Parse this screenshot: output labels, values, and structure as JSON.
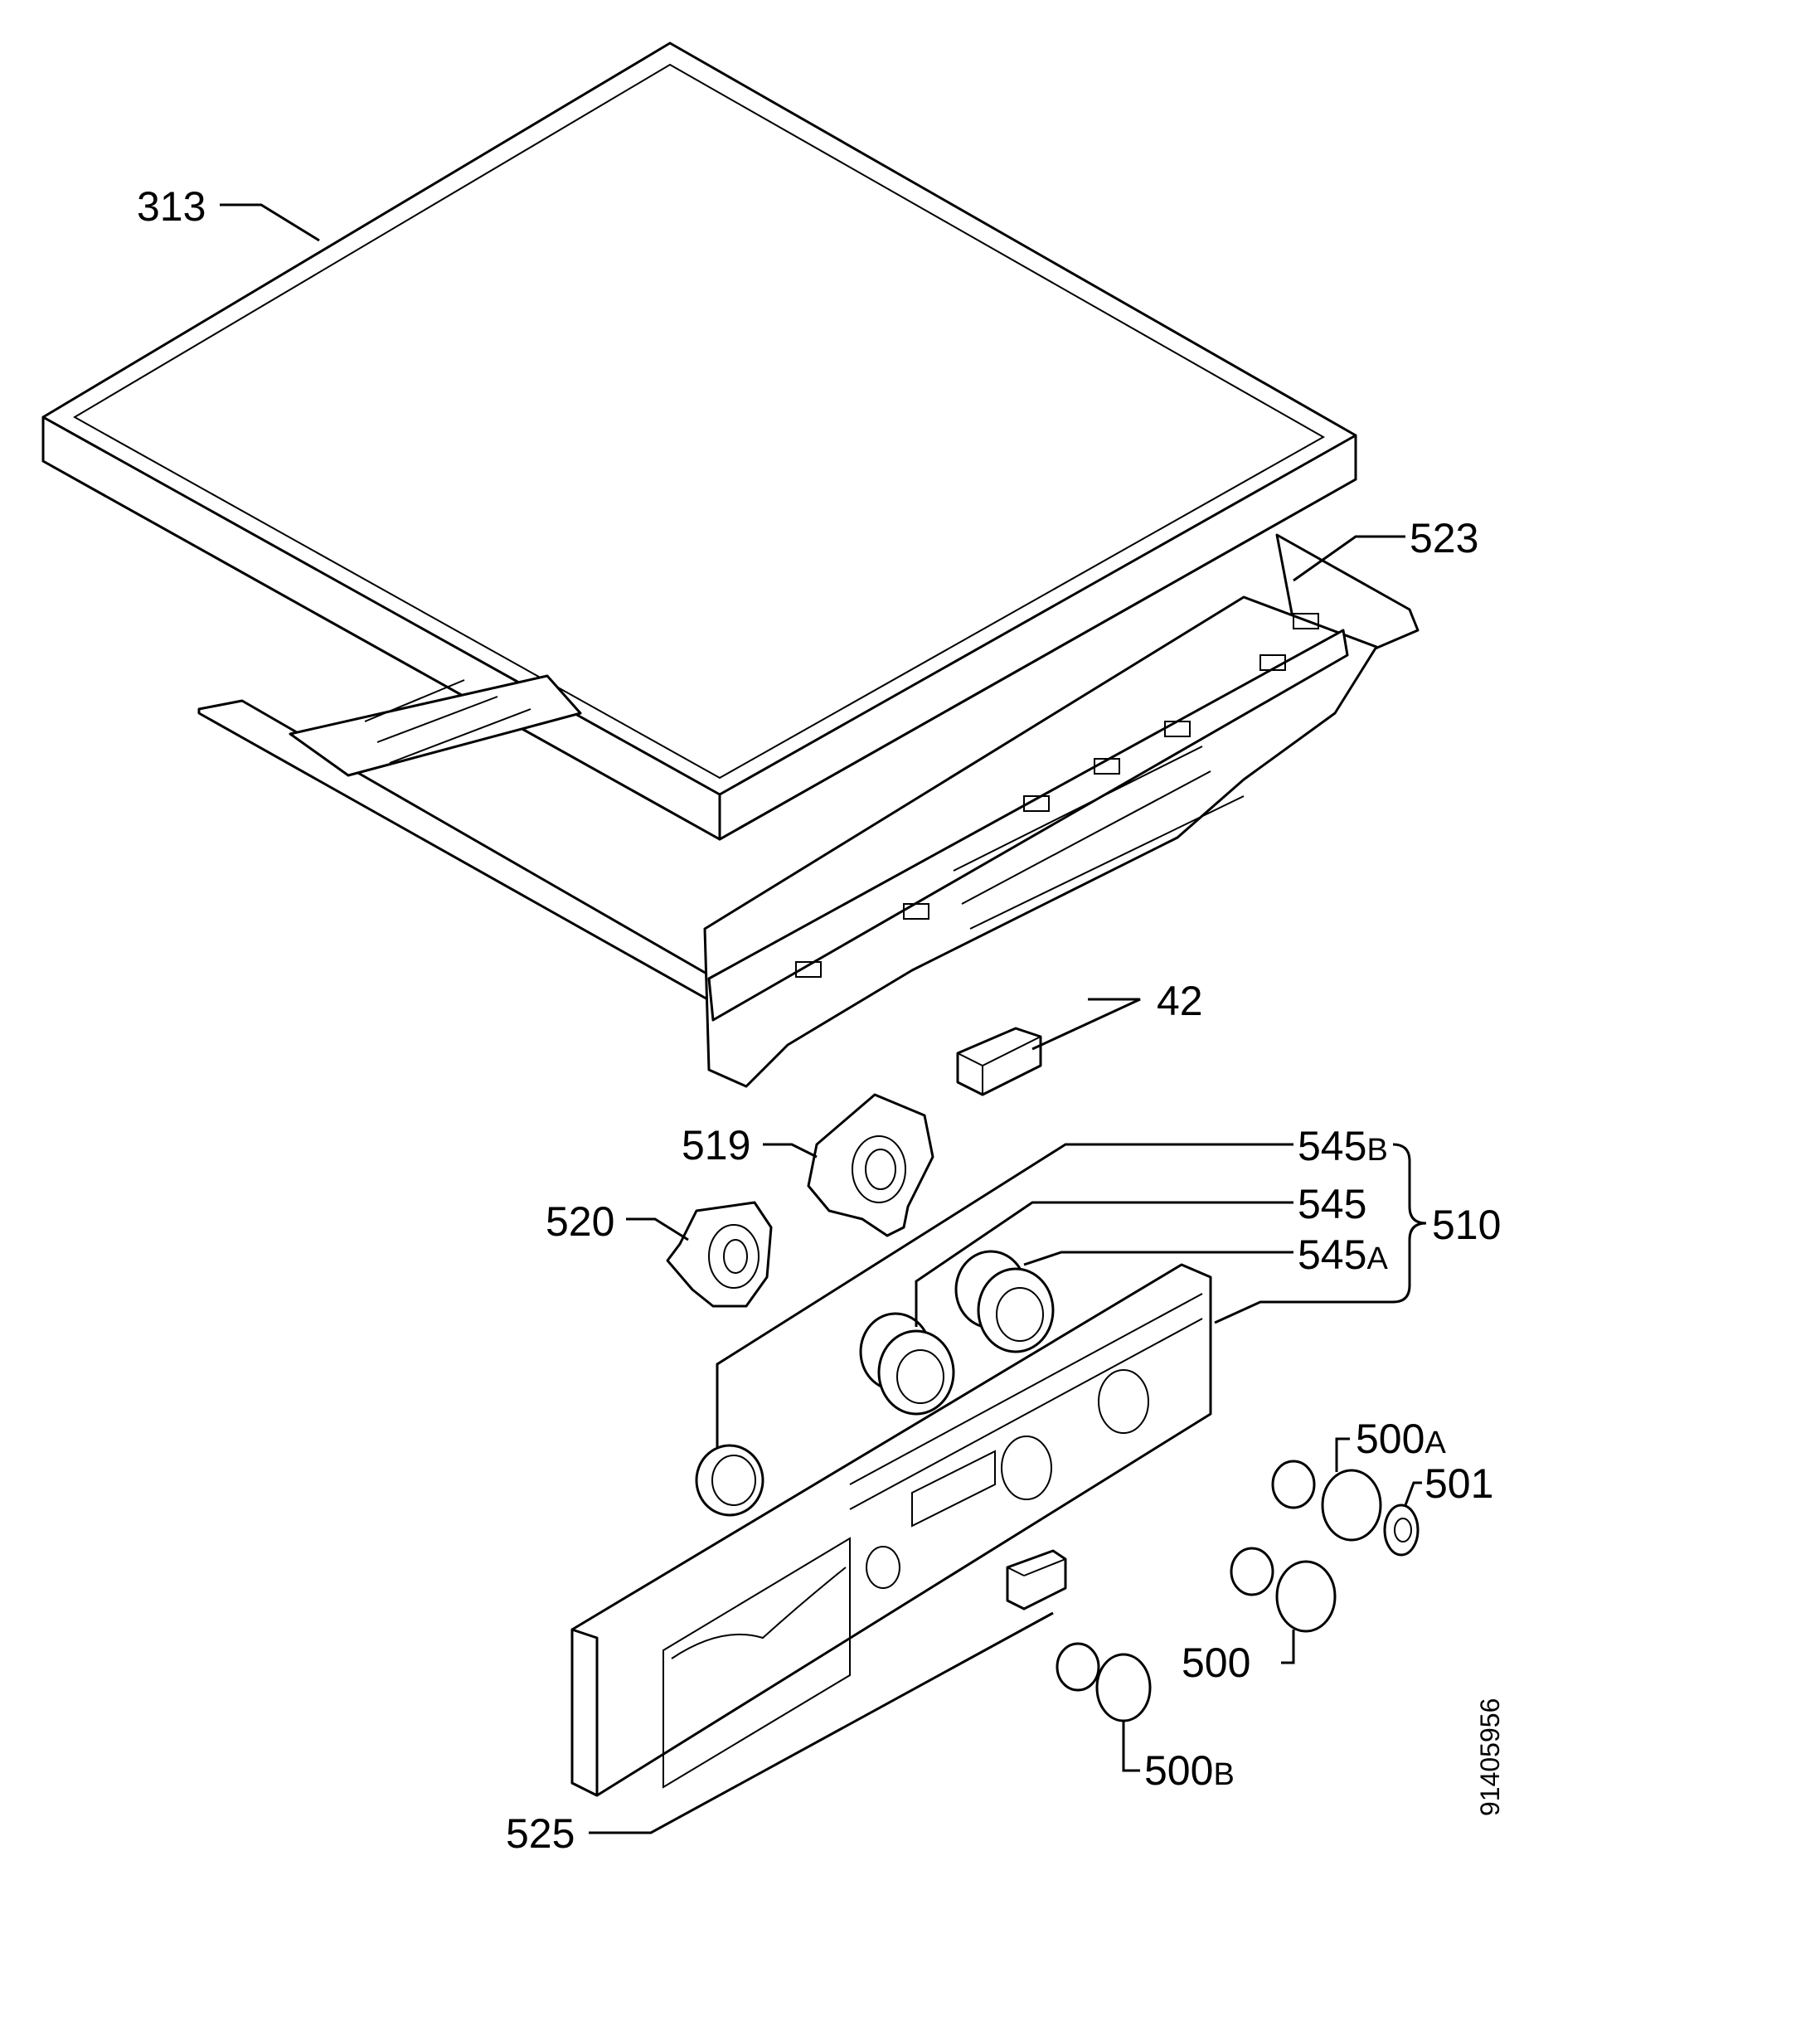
{
  "diagram": {
    "labels": {
      "top_cover": "313",
      "control_frame": "523",
      "part_42": "42",
      "part_519": "519",
      "part_520": "520",
      "knob_545b_num": "545",
      "knob_545b_suffix": "B",
      "knob_545": "545",
      "knob_545a_num": "545",
      "knob_545a_suffix": "A",
      "assembly_510": "510",
      "part_500a_num": "500",
      "part_500a_suffix": "A",
      "part_501": "501",
      "part_500": "500",
      "part_500b_num": "500",
      "part_500b_suffix": "B",
      "panel_525": "525"
    },
    "document_number": "91405956"
  }
}
